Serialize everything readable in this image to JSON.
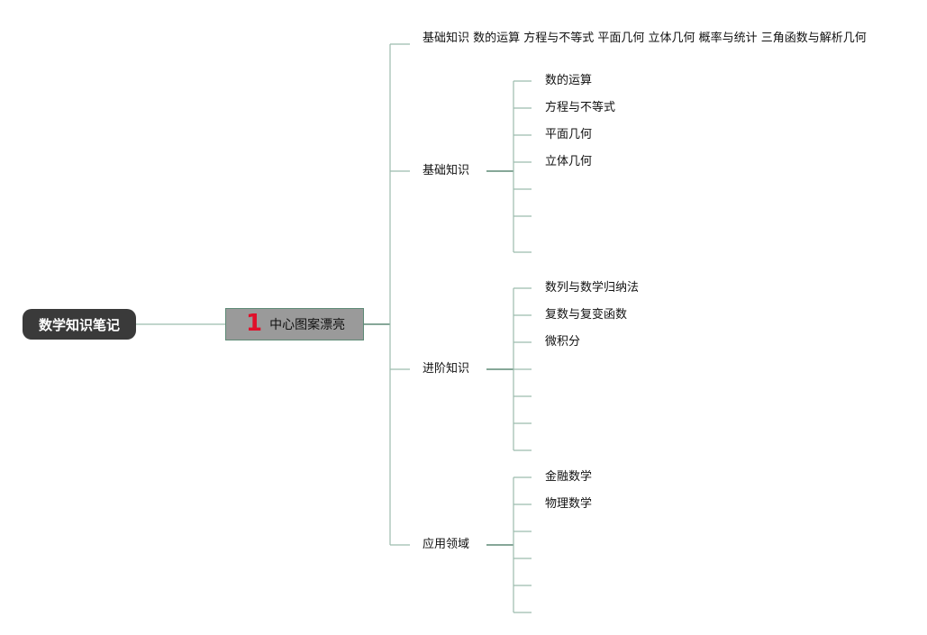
{
  "root": {
    "label": "数学知识笔记"
  },
  "central": {
    "badge": "1",
    "label": "中心图案漂亮"
  },
  "overview": {
    "label": "基础知识 数的运算 方程与不等式 平面几何 立体几何 概率与统计 三角函数与解析几何"
  },
  "branches": [
    {
      "label": "基础知识",
      "items": [
        "数的运算",
        "方程与不等式",
        "平面几何",
        "立体几何"
      ]
    },
    {
      "label": "进阶知识",
      "items": [
        "数列与数学归纳法",
        "复数与复变函数",
        "微积分"
      ]
    },
    {
      "label": "应用领域",
      "items": [
        "金融数学",
        "物理数学"
      ]
    }
  ],
  "colors": {
    "connector": "#5e8a76",
    "connector_light": "#9cbcae",
    "root_fill": "#3a3a3a",
    "central_fill": "#9a9a9a",
    "badge": "#e0102a"
  },
  "icons": {
    "central_badge": "number-one-badge-icon"
  }
}
